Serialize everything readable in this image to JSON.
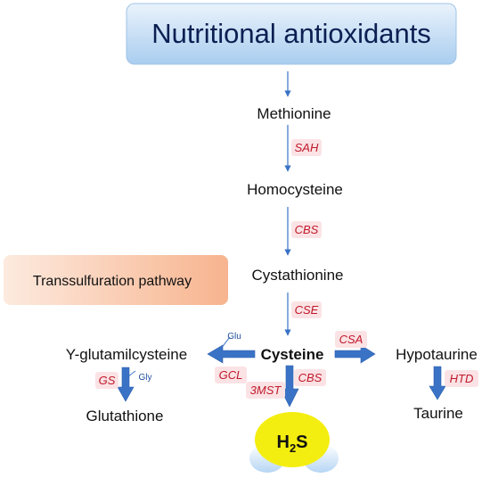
{
  "title": "Nutritional antioxidants",
  "pathway_label": "Transsulfuration pathway",
  "nodes": {
    "methionine": "Methionine",
    "homocysteine": "Homocysteine",
    "cystathionine": "Cystathionine",
    "cysteine": "Cysteine",
    "glutamilcysteine": "Y-glutamilcysteine",
    "glutathione": "Glutathione",
    "hypotaurine": "Hypotaurine",
    "taurine": "Taurine",
    "h2s_main": "H",
    "h2s_sub": "2",
    "h2s_tail": "S"
  },
  "enzymes": {
    "sah": "SAH",
    "cbs_top": "CBS",
    "cse": "CSE",
    "csa": "CSA",
    "gcl": "GCL",
    "cbs_bottom": "CBS",
    "mst": "3MST",
    "gs": "GS",
    "htd": "HTD"
  },
  "cofactors": {
    "glu": "Glu",
    "gly": "Gly"
  },
  "colors": {
    "arrow": "#3a73c6",
    "enzyme_text": "#c0182a",
    "enzyme_bg": "#fbe3e5",
    "title_text": "#0b1f52",
    "h2s_fill": "#f4ee10"
  }
}
